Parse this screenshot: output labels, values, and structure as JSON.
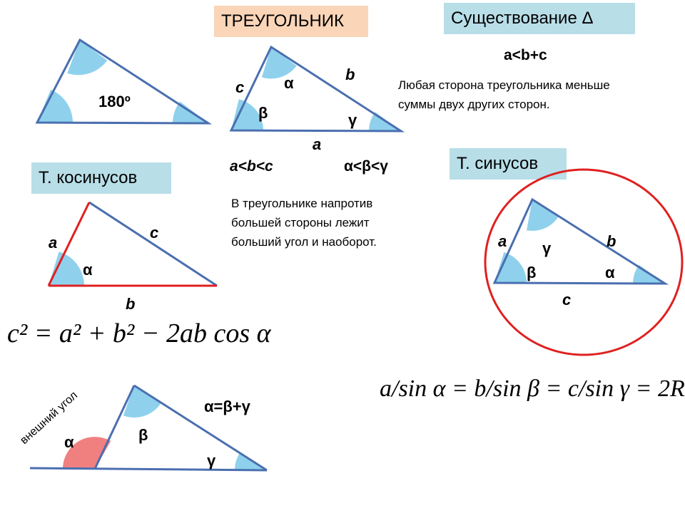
{
  "titles": {
    "triangle": "ТРЕУГОЛЬНИК",
    "existence": "Существование Δ",
    "cosines": "Т. косинусов",
    "sines": "Т. синусов"
  },
  "colors": {
    "triangle_title_bg": "#FAD5B8",
    "theorem_title_bg": "#B8DEE8",
    "angle_fill": "#8FD1EC",
    "exterior_angle_fill": "#F08080",
    "line_blue": "#4A6FB0",
    "line_red": "#E02020"
  },
  "angle_sum": {
    "label": "180º"
  },
  "main_triangle": {
    "sides": {
      "a": "a",
      "b": "b",
      "c": "c"
    },
    "angles": {
      "alpha": "α",
      "beta": "β",
      "gamma": "γ"
    },
    "side_order": "a<b<c",
    "angle_order": "α<β<γ",
    "description_lines": [
      "В треугольнике напротив",
      "большей стороны лежит",
      "больший угол и наоборот."
    ]
  },
  "existence": {
    "inequality": "a<b+c",
    "description_lines": [
      "Любая сторона треугольника меньше",
      "суммы двух других сторон."
    ]
  },
  "cosine_triangle": {
    "side_a": "a",
    "side_b": "b",
    "side_c": "c",
    "angle": "α",
    "formula": "c² = a² + b² − 2ab cos α"
  },
  "sine_triangle": {
    "side_a": "a",
    "side_b": "b",
    "side_c": "c",
    "angle_gamma": "γ",
    "angle_beta": "β",
    "angle_alpha": "α",
    "formula": "a/sin α = b/sin β = c/sin γ = 2R"
  },
  "exterior_angle": {
    "caption": "внешний угол",
    "alpha": "α",
    "beta": "β",
    "gamma": "γ",
    "formula": "α=β+γ"
  }
}
